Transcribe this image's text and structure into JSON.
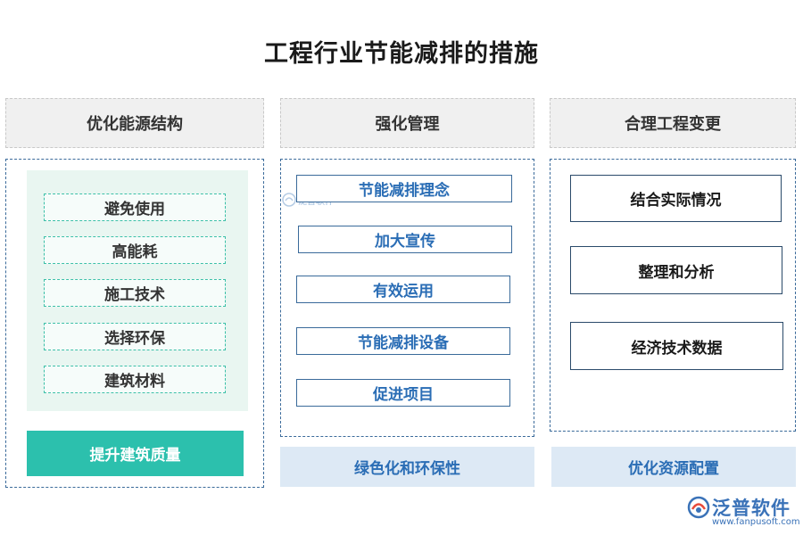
{
  "title": "工程行业节能减排的措施",
  "columns": [
    {
      "heading": "优化能源结构",
      "items": [
        "避免使用",
        "高能耗",
        "施工技术",
        "选择环保",
        "建筑材料"
      ],
      "footer": "提升建筑质量"
    },
    {
      "heading": "强化管理",
      "items": [
        "节能减排理念",
        "加大宣传",
        "有效运用",
        "节能减排设备",
        "促进项目"
      ],
      "footer": "绿色化和环保性"
    },
    {
      "heading": "合理工程变更",
      "items": [
        "结合实际情况",
        "整理和分析",
        "经济技术数据"
      ],
      "footer": "优化资源配置"
    }
  ],
  "watermark": {
    "small": "泛普软件",
    "brand": "泛普软件",
    "url": "www.fanpusoft.com"
  },
  "colors": {
    "teal": "#2cc0ad",
    "blue_text": "#2a6db5",
    "panel_border": "#3a6a9a",
    "footer_bg": "#dde9f5"
  }
}
